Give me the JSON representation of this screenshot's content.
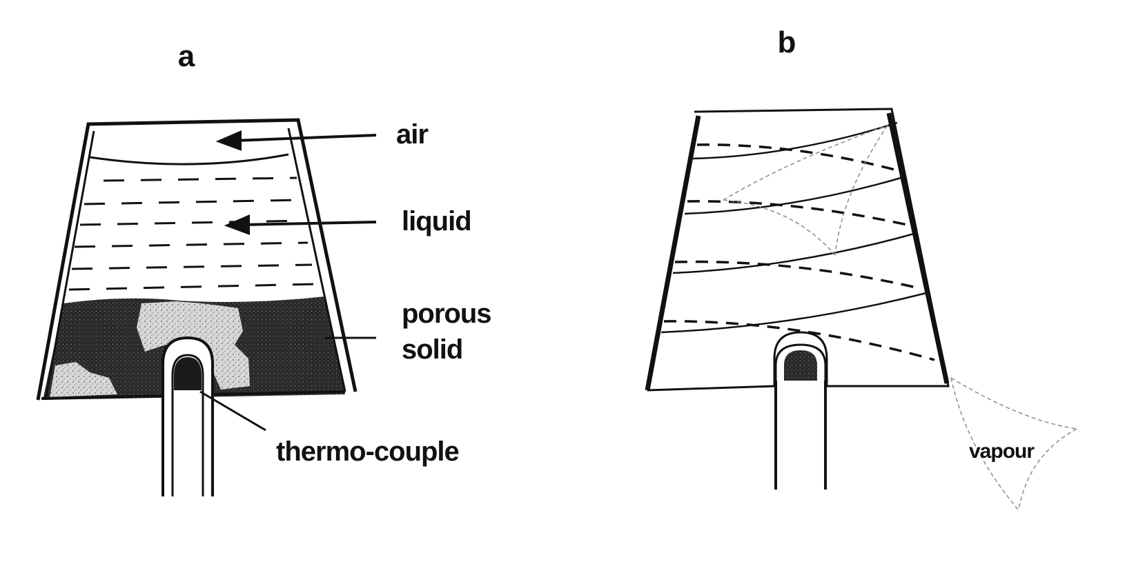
{
  "panels": {
    "a": {
      "label": "a"
    },
    "b": {
      "label": "b"
    }
  },
  "labels": {
    "air": "air",
    "liquid": "liquid",
    "porous_line1": "porous",
    "porous_line2": "solid",
    "thermocouple": "thermo-couple",
    "vapour": "vapour"
  },
  "colors": {
    "ink": "#111111",
    "porous_dark": "#2a2a2a",
    "porous_light": "#d8d8d8",
    "faint_line": "#8a8a8a"
  }
}
